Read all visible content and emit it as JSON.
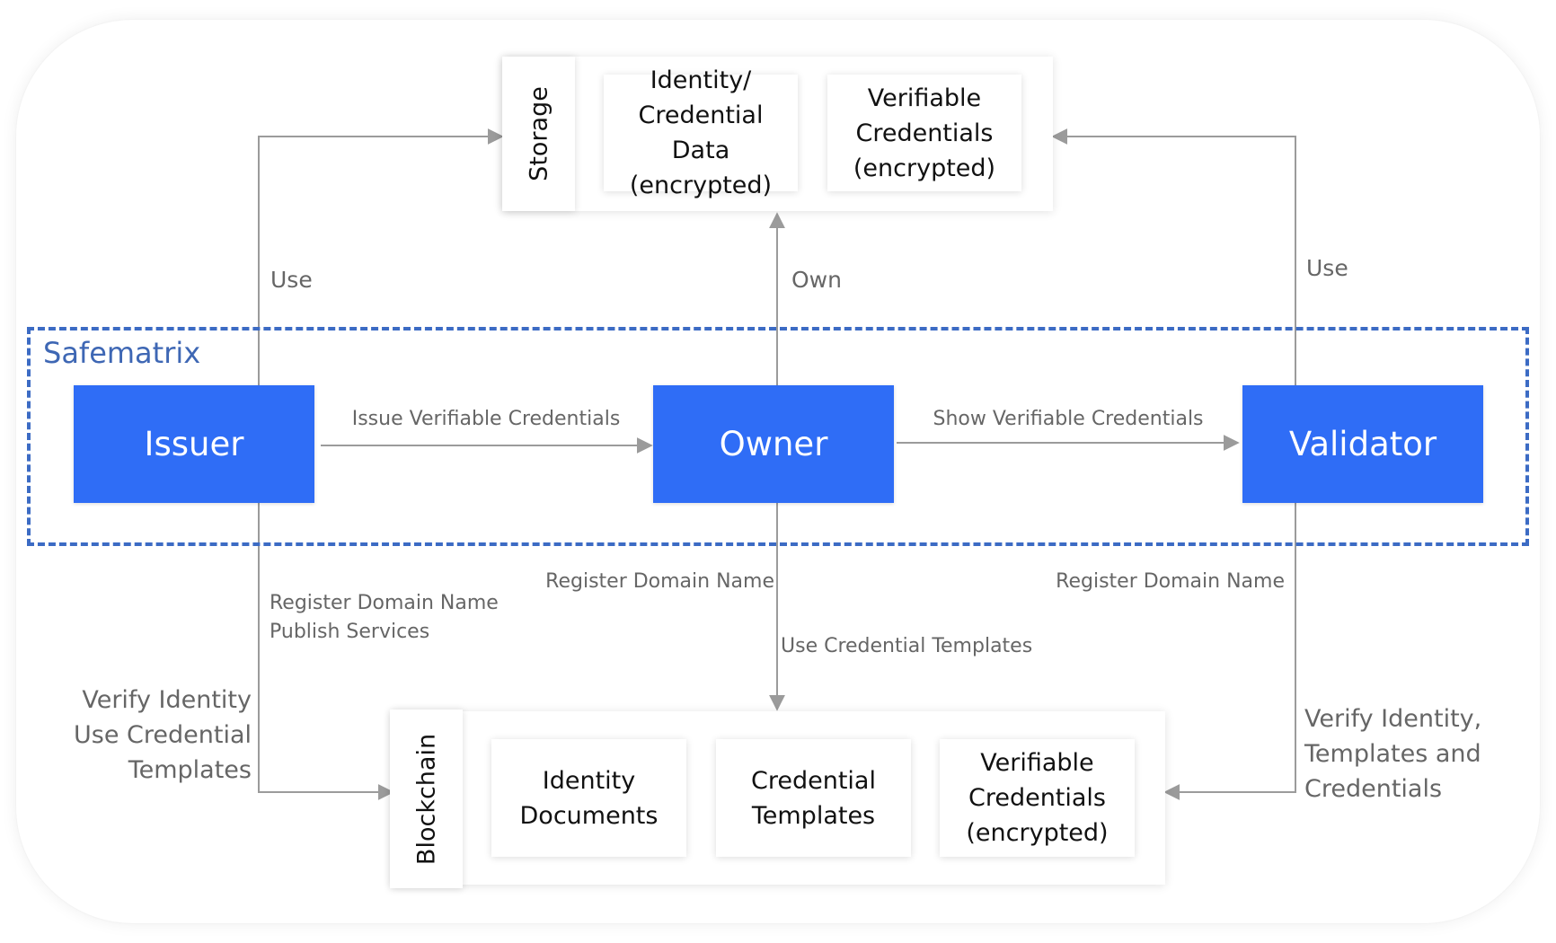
{
  "group": {
    "title": "Safematrix",
    "border_color": "#3c6bc4"
  },
  "actors": {
    "issuer": "Issuer",
    "owner": "Owner",
    "validator": "Validator",
    "color": "#2f6df6"
  },
  "storage": {
    "label": "Storage",
    "cards": [
      "Identity/\nCredential\nData (encrypted)",
      "Verifiable\nCredentials\n(encrypted)"
    ]
  },
  "blockchain": {
    "label": "Blockchain",
    "cards": [
      "Identity\nDocuments",
      "Credential\nTemplates",
      "Verifiable\nCredentials\n(encrypted)"
    ]
  },
  "edges": {
    "issuer_storage": "Use",
    "owner_storage": "Own",
    "validator_storage": "Use",
    "issuer_owner": "Issue Verifiable Credentials",
    "owner_validator": "Show Verifiable Credentials",
    "issuer_blockchain_top": "Register Domain Name\nPublish Services",
    "issuer_blockchain_bottom": "Verify Identity\nUse Credential\nTemplates",
    "owner_blockchain_left": "Register Domain Name",
    "owner_blockchain_right": "Use Credential Templates",
    "validator_blockchain_top": "Register Domain Name",
    "validator_blockchain_bottom": "Verify Identity,\nTemplates and\nCredentials"
  }
}
